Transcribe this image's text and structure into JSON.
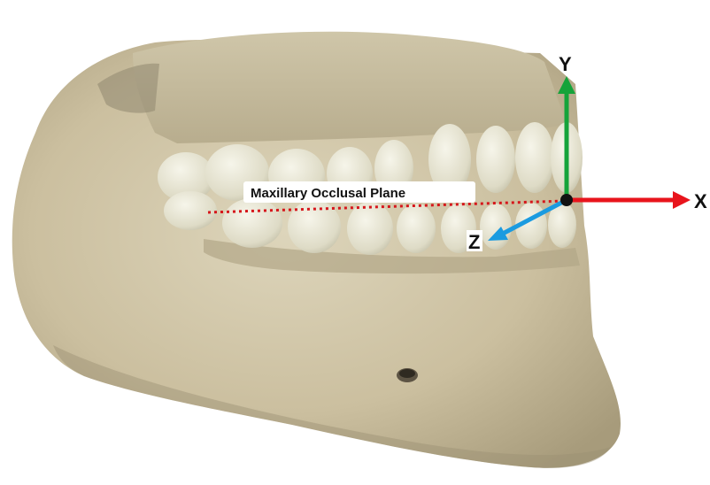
{
  "figure": {
    "plane_label": "Maxillary Occlusal Plane",
    "axes": {
      "x_label": "X",
      "y_label": "Y",
      "z_label": "Z"
    },
    "colors": {
      "x_axis": "#e8141c",
      "y_axis": "#15a33a",
      "z_axis": "#1b9be0",
      "occlusal_line": "#d6161b",
      "bone": "#cdc3a6",
      "bone_shadow": "#a99f83",
      "teeth": "#e6e4d2"
    },
    "icons": [
      "skull-jaw-illustration",
      "coordinate-origin-dot",
      "mental-foramen"
    ]
  }
}
